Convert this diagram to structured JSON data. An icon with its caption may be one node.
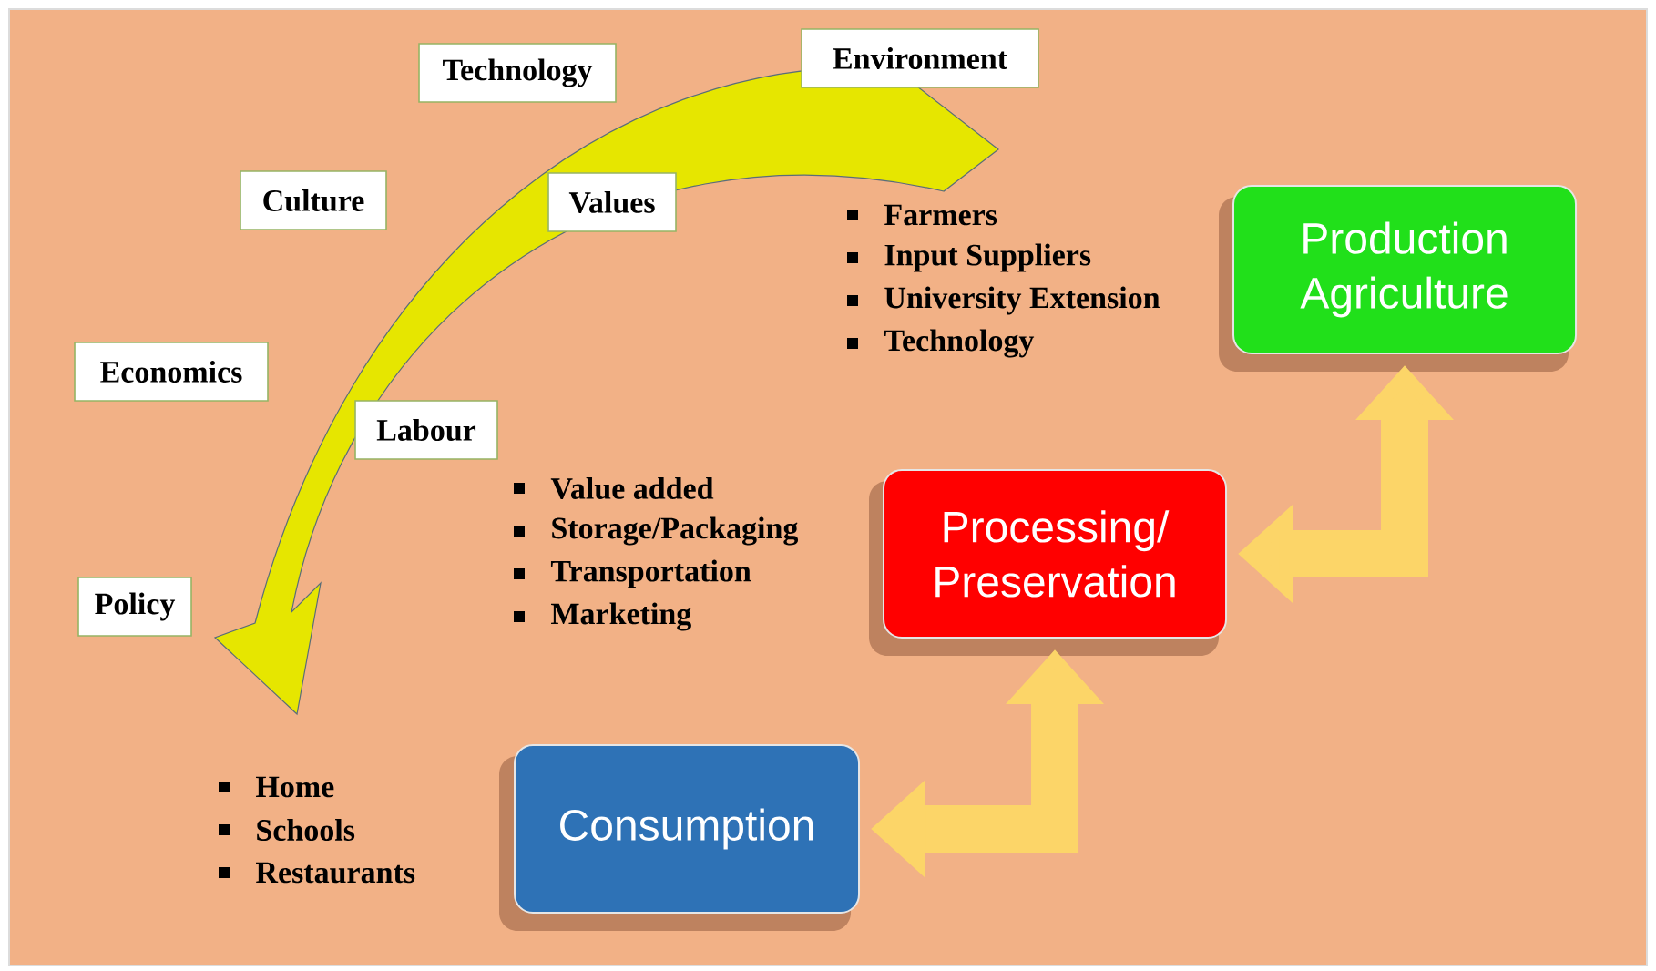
{
  "diagram": {
    "nodes": [
      {
        "text": [
          "Production Agriculture"
        ],
        "beside": [
          "Farmers",
          "Input Suppliers",
          "University Extension",
          "Technology"
        ]
      },
      {
        "text": [
          "Processing/ Preservation"
        ],
        "beside": [
          "Value added",
          "Storage/Packaging",
          "Transportation",
          "Marketing"
        ]
      },
      {
        "text": [
          "Consumption"
        ],
        "beside": [
          "Home",
          "Schools",
          "Restaurants"
        ]
      },
      {
        "text": [
          "Technology"
        ]
      },
      {
        "text": [
          "Environment"
        ]
      },
      {
        "text": [
          "Culture"
        ]
      },
      {
        "text": [
          "Values"
        ]
      },
      {
        "text": [
          "Economics"
        ]
      },
      {
        "text": [
          "Labour"
        ]
      },
      {
        "text": [
          "Policy"
        ]
      }
    ],
    "edges": [
      {
        "from": 2,
        "to": 1,
        "arrow": "both"
      },
      {
        "from": 1,
        "to": 0,
        "arrow": "both"
      }
    ]
  }
}
